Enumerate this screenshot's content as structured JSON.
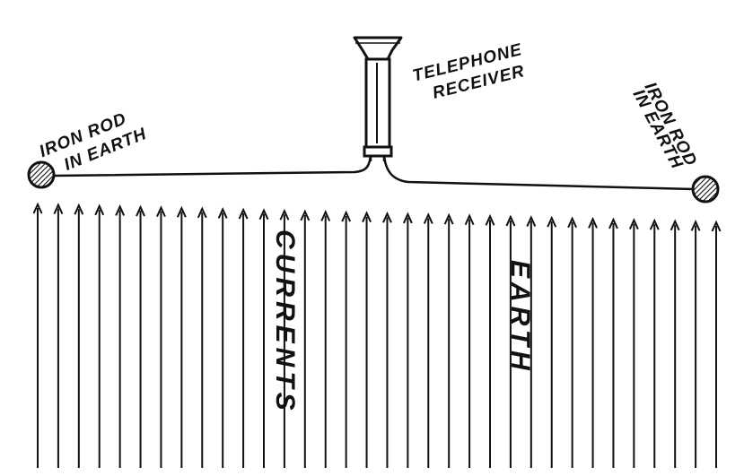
{
  "labels": {
    "left_rod_line1": "IRON ROD",
    "left_rod_line2": "IN EARTH",
    "right_rod_line1": "IRON ROD",
    "right_rod_line2": "IN EARTH",
    "receiver_line1": "TELEPHONE",
    "receiver_line2": "RECEIVER",
    "currents": "CURRENTS",
    "earth": "EARTH"
  },
  "colors": {
    "ink": "#111111",
    "paper": "#ffffff"
  }
}
